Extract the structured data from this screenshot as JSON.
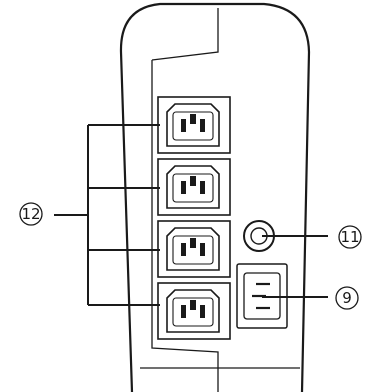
{
  "callouts": {
    "outlets": "12",
    "breaker": "11",
    "ac_input": "9"
  },
  "outlet_count": 4,
  "colors": {
    "line": "#1a1a1a",
    "background": "#ffffff"
  }
}
